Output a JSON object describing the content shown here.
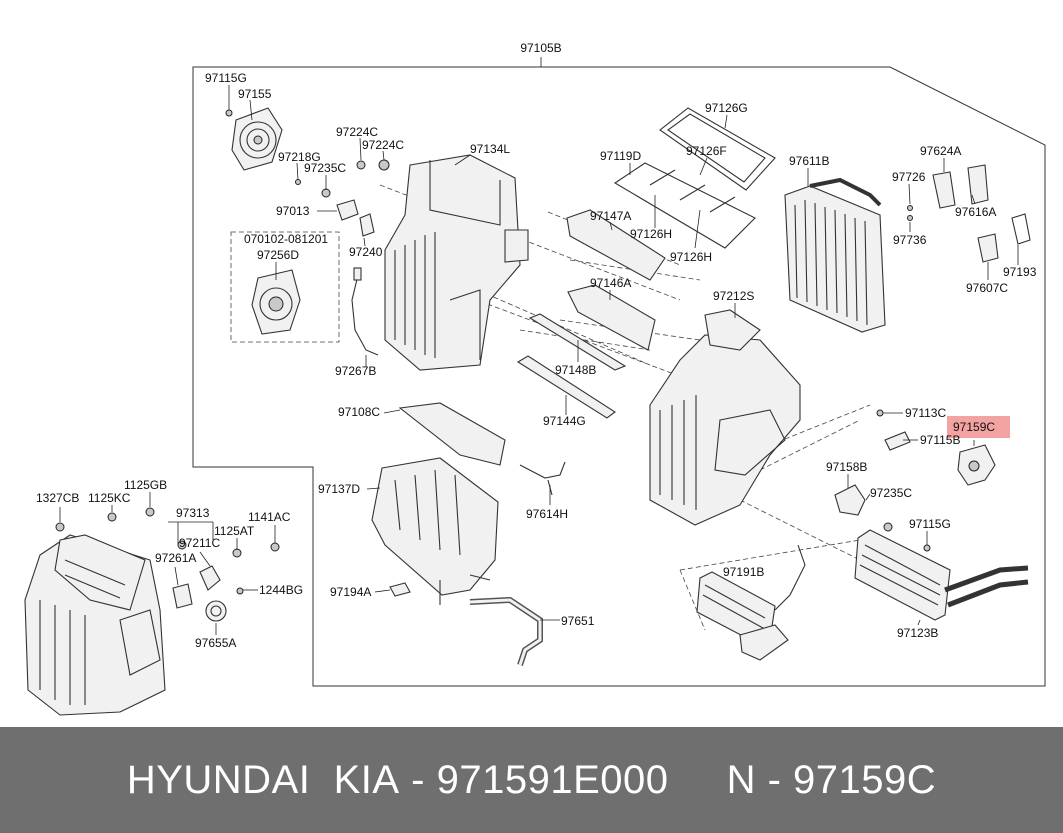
{
  "diagram": {
    "labels": [
      "97105B",
      "97115G",
      "97155",
      "97218G",
      "97224C",
      "97224C",
      "97235C",
      "97134L",
      "97013",
      "97240",
      "070102-081201",
      "97256D",
      "97267B",
      "97119D",
      "97126G",
      "97126F",
      "97147A",
      "97126H",
      "97126H",
      "97146A",
      "97148B",
      "97144G",
      "97108C",
      "97137D",
      "97614H",
      "97194A",
      "97651",
      "97212S",
      "97611B",
      "97624A",
      "97726",
      "97616A",
      "97736",
      "97193",
      "97607C",
      "97113C",
      "97115B",
      "97159C",
      "97158B",
      "97235C",
      "97115G",
      "97191B",
      "97123B",
      "1327CB",
      "1125KC",
      "1125GB",
      "97313",
      "97211C",
      "1125AT",
      "1141AC",
      "97261A",
      "1244BG",
      "97655A"
    ],
    "highlight_color": "#f4a3a3"
  },
  "footer": {
    "brand": "HYUNDAI  KIA",
    "part_number": "971591E000",
    "ref": "N - 97159C",
    "sep": " - "
  }
}
